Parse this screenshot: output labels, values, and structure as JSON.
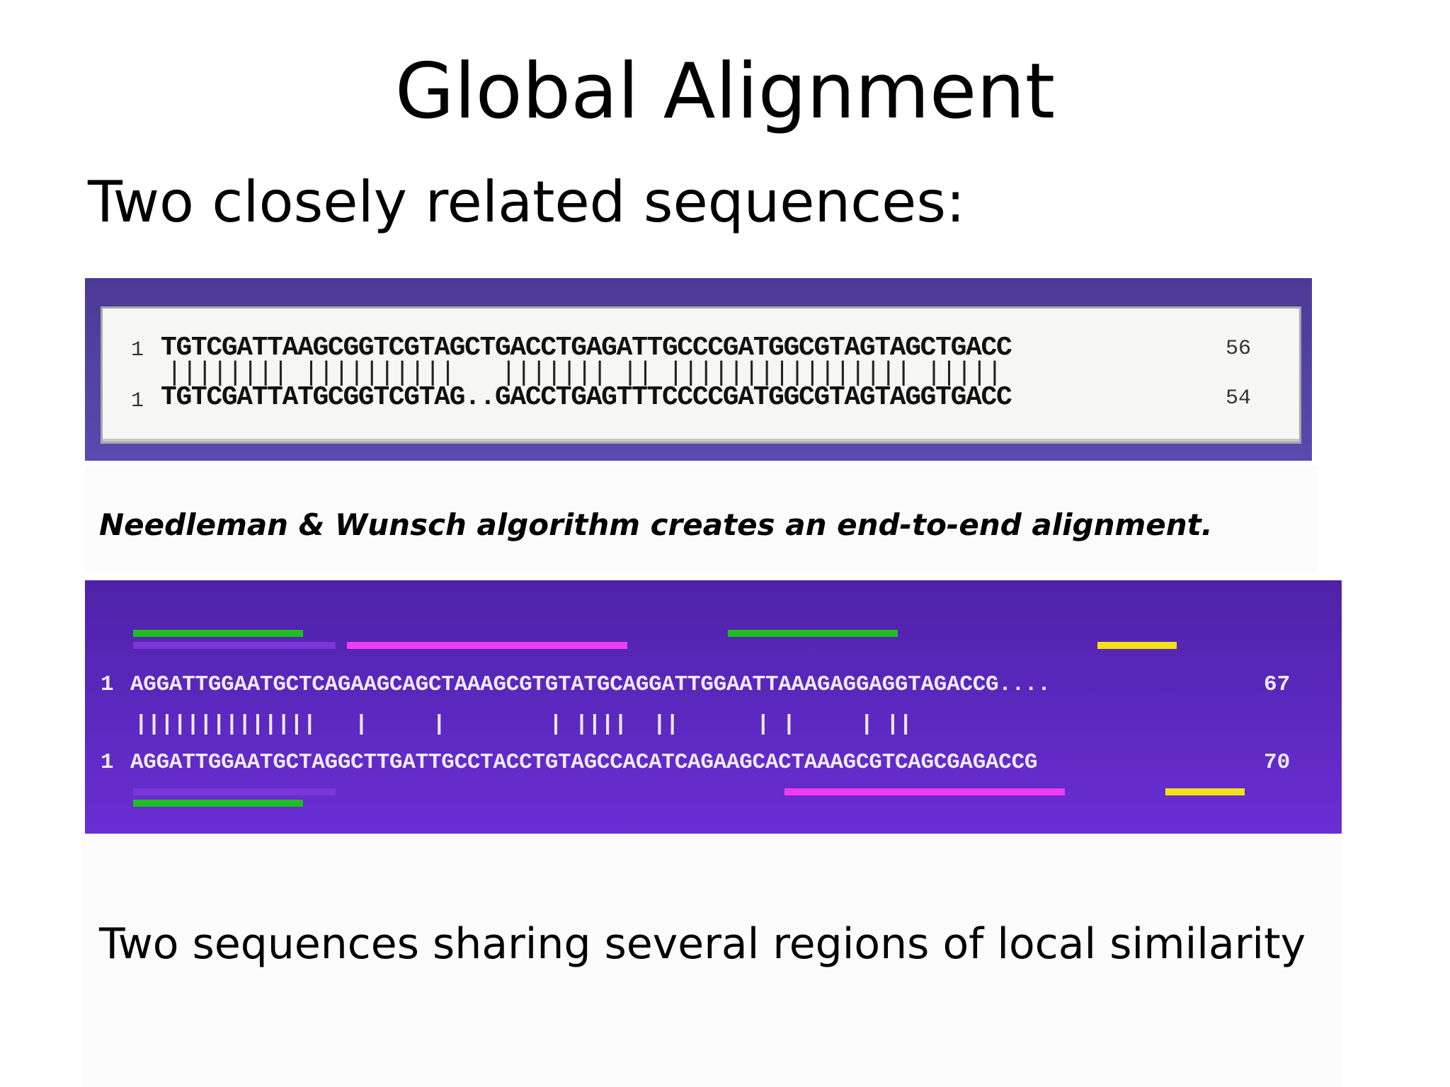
{
  "title": "Global Alignment",
  "subtitle": "Two closely related sequences:",
  "alignment1": {
    "top_start": "1",
    "top_seq": "TGTCGATTAAGCGGTCGTAGCTGACCTGAGATTGCCCGATGGCGTAGTAGCTGACC",
    "top_end": "56",
    "match_bars": "|||||||| ||||||||||   ||||||| || |||||||||||||||| |||||",
    "bottom_start": "1",
    "bottom_seq": "TGTCGATTATGCGGTCGTAG..GACCTGAGTTTCCCCGATGGCGTAGTAGGTGACC",
    "bottom_end": "54"
  },
  "caption": "Needleman & Wunsch algorithm creates an end-to-end alignment.",
  "alignment2": {
    "top_start": "1",
    "top_seq": "AGGATTGGAATGCTCAGAAGCAGCTAAAGCGTGTATGCAGGATTGGAATTAAAGAGGAGGTAGACCG....",
    "top_end": "67",
    "match_bars": "||||||||||||||   |     |        | ||||  ||      | |     | ||",
    "bottom_start": "1",
    "bottom_seq": "AGGATTGGAATGCTAGGCTTGATTGCCTACCTGTAGCCACATCAGAAGCACTAAAGCGTCAGCGAGACCG",
    "bottom_end": "70",
    "highlight_colors": {
      "green": "#1fbf1f",
      "purple": "#7a36d6",
      "magenta": "#f03cf0",
      "yellow": "#f3e01a"
    }
  },
  "bottom_text": "Two sequences sharing several regions of local similarity"
}
